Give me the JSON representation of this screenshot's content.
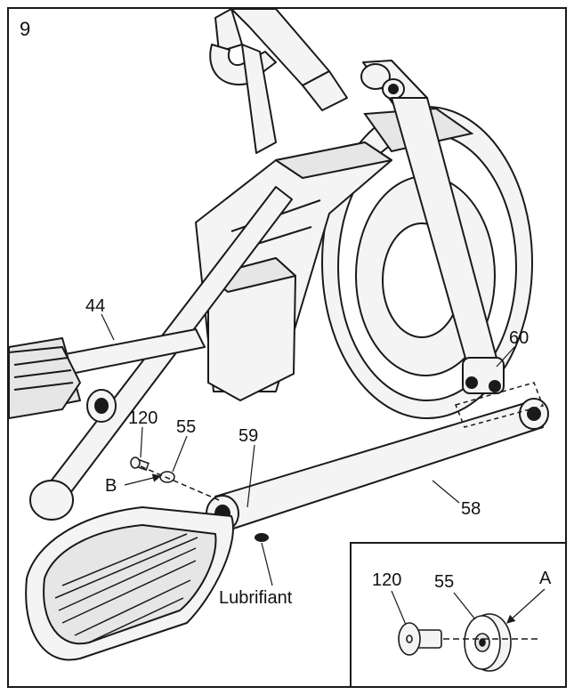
{
  "step": {
    "number": "9"
  },
  "callouts": {
    "part_44": "44",
    "part_120": "120",
    "part_55": "55",
    "part_59": "59",
    "part_60": "60",
    "part_58": "58",
    "point_b": "B",
    "lubricant": "Lubrifiant"
  },
  "inset": {
    "part_120": "120",
    "part_55": "55",
    "point_a": "A"
  },
  "colors": {
    "line": "#1a1a1a",
    "fill_light": "#f4f4f4",
    "fill_mid": "#e6e6e6"
  }
}
